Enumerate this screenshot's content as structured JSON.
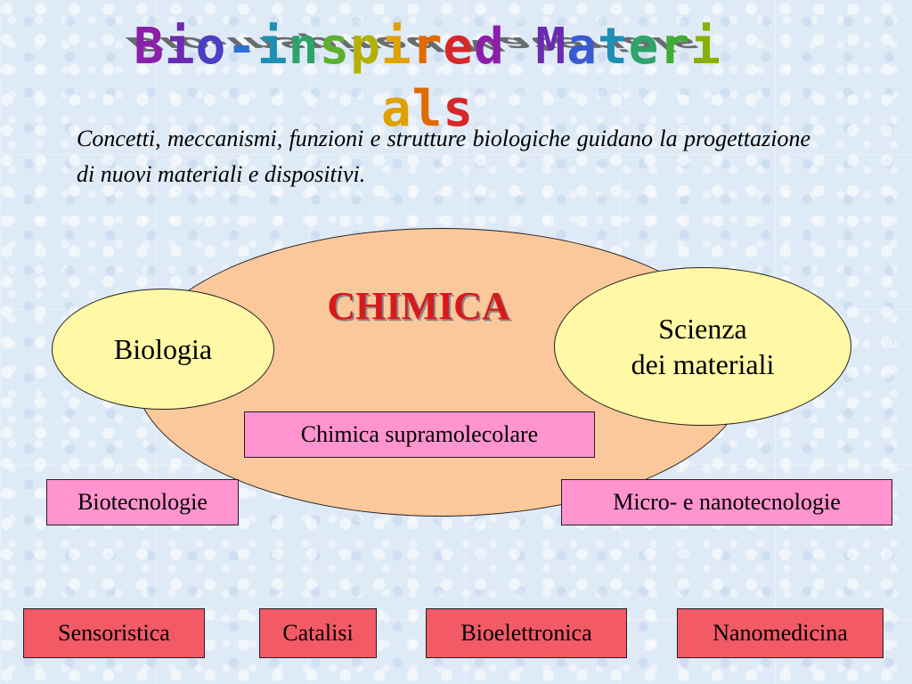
{
  "title": {
    "text": "Bio-inspired Materials",
    "shadow_color": "#555555",
    "letter_colors": [
      "#8b1fa8",
      "#6a2bb0",
      "#4b3fc2",
      "#2f6fd8",
      "#1f8fb3",
      "#2ea36a",
      "#5bb030",
      "#b3b000",
      "#e0a000",
      "#e06b00",
      "#d62828",
      "#8b1fa8",
      "#6a2bb0",
      "#3a5bd0",
      "#1f8fb3",
      "#2ea36a",
      "#3fae36",
      "#88b000",
      "#e0a000",
      "#e06b00",
      "#d62828",
      "#c0178a"
    ]
  },
  "intro": {
    "text": "Concetti, meccanismi, funzioni e strutture biologiche guidano la progettazione di nuovi materiali e dispositivi."
  },
  "diagram": {
    "center_label": "CHIMICA",
    "left_ellipse": "Biologia",
    "right_ellipse_line1": "Scienza",
    "right_ellipse_line2": "dei materiali",
    "inner_box": "Chimica supramolecolare",
    "side_left_box": "Biotecnologie",
    "side_right_box": "Micro- e nanotecnologie",
    "applications": [
      "Sensoristica",
      "Catalisi",
      "Bioelettronica",
      "Nanomedicina"
    ]
  },
  "colors": {
    "big_ellipse": "#fbc89b",
    "small_ellipses": "#fff8a6",
    "pink_boxes": "#ff94cf",
    "red_boxes": "#f25a66",
    "chimica_text": "#d7191c"
  }
}
